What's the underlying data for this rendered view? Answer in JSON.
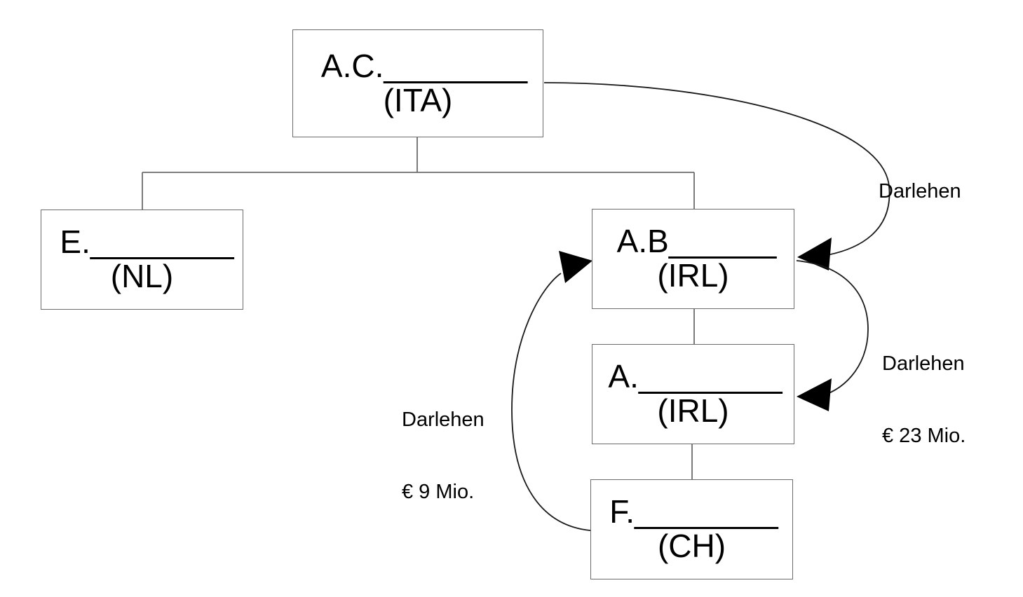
{
  "diagram": {
    "type": "organizational-ownership-structure",
    "background_color": "#ffffff",
    "line_color": "#6b6b6b",
    "arrow_color": "#000000",
    "text_color": "#000000",
    "nodes": [
      {
        "id": "ac",
        "name": "A.C.________",
        "country": "(ITA)",
        "role": "parent"
      },
      {
        "id": "e",
        "name": "E.________",
        "country": "(NL)",
        "role": "subsidiary"
      },
      {
        "id": "ab",
        "name": "A.B______",
        "country": "(IRL)",
        "role": "subsidiary"
      },
      {
        "id": "a",
        "name": "A.________",
        "country": "(IRL)",
        "role": "subsidiary"
      },
      {
        "id": "f",
        "name": "F.________",
        "country": "(CH)",
        "role": "subsidiary"
      }
    ],
    "ownership_edges": [
      {
        "from": "ac",
        "to": "e"
      },
      {
        "from": "ac",
        "to": "ab"
      },
      {
        "from": "ab",
        "to": "a"
      },
      {
        "from": "a",
        "to": "f"
      }
    ],
    "loan_edges": [
      {
        "id": "loan-ac-ab",
        "from": "ac",
        "to": "ab",
        "label": "Darlehen",
        "amount": ""
      },
      {
        "id": "loan-ab-a",
        "from": "ab",
        "to": "a",
        "label": "Darlehen",
        "amount": "€ 23 Mio."
      },
      {
        "id": "loan-f-ab",
        "from": "f",
        "to": "ab",
        "label": "Darlehen",
        "amount": "€ 9 Mio."
      }
    ]
  },
  "labels": {
    "darlehen_top": "Darlehen",
    "darlehen_23_line1": "Darlehen",
    "darlehen_23_line2": "€ 23 Mio.",
    "darlehen_9_line1": "Darlehen",
    "darlehen_9_line2": "€ 9 Mio."
  }
}
